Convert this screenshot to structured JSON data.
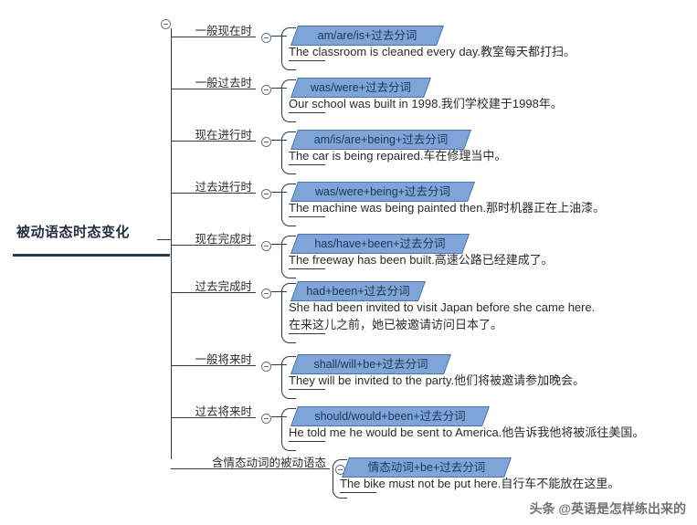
{
  "root": {
    "label": "被动语态时态变化",
    "toggle_icon": "collapse-minus-icon"
  },
  "branches": [
    {
      "label": "一般现在时",
      "formula": "am/are/is+过去分词",
      "example": "The classroom is cleaned every day.教室每天都打扫。",
      "example_line2": ""
    },
    {
      "label": "一般过去时",
      "formula": "was/were+过去分词",
      "example": "Our school was built in 1998.我们学校建于1998年。",
      "example_line2": ""
    },
    {
      "label": "现在进行时",
      "formula": "am/is/are+being+过去分词",
      "example": "The car is being repaired.车在修理当中。",
      "example_line2": ""
    },
    {
      "label": "过去进行时",
      "formula": "was/were+being+过去分词",
      "example": "The machine was being painted then.那时机器正在上油漆。",
      "example_line2": ""
    },
    {
      "label": "现在完成时",
      "formula": "has/have+been+过去分词",
      "example": "The freeway has been built.高速公路已经建成了。",
      "example_line2": ""
    },
    {
      "label": "过去完成时",
      "formula": "had+been+过去分词",
      "example": "She had been invited to visit Japan before she came here.",
      "example_line2": "在来这儿之前，她已被邀请访问日本了。"
    },
    {
      "label": "一般将来时",
      "formula": "shall/will+be+过去分词",
      "example": "They will be invited to the party.他们将被邀请参加晚会。",
      "example_line2": ""
    },
    {
      "label": "过去将来时",
      "formula": "should/would+been+过去分词",
      "example": "He told me he would be sent to America.他告诉我他将被派往美国。",
      "example_line2": ""
    },
    {
      "label": "含情态动词的被动语态",
      "formula": "情态动词+be+过去分词",
      "example": "The bike must not be put here.自行车不能放在这里。",
      "example_line2": ""
    }
  ],
  "watermark": "头条 @英语是怎样练出来的",
  "colors": {
    "formula_fill": "#7fa5d8",
    "formula_border": "#4a74ab",
    "formula_text": "#1d3557",
    "line": "#2f3b4a",
    "root_underline": "#2b3a4d"
  }
}
